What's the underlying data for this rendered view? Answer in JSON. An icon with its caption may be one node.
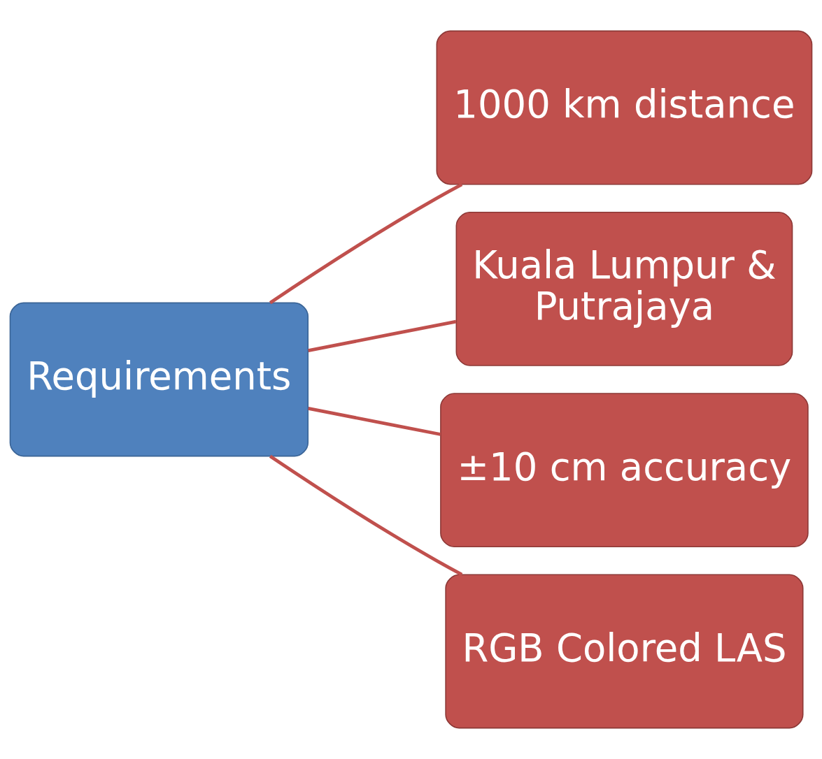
{
  "diagram": {
    "nodes": [
      {
        "text": [
          "Requirements"
        ]
      },
      {
        "text": [
          "1000 km distance"
        ]
      },
      {
        "text": [
          "Kuala Lumpur & Putrajaya"
        ]
      },
      {
        "text": [
          "±10 cm accuracy"
        ]
      },
      {
        "text": [
          "RGB Colored LAS"
        ]
      }
    ],
    "edges": [
      {
        "from": 0,
        "to": 1,
        "arrow": "none"
      },
      {
        "from": 0,
        "to": 2,
        "arrow": "none"
      },
      {
        "from": 0,
        "to": 3,
        "arrow": "none"
      },
      {
        "from": 0,
        "to": 4,
        "arrow": "none"
      }
    ]
  }
}
